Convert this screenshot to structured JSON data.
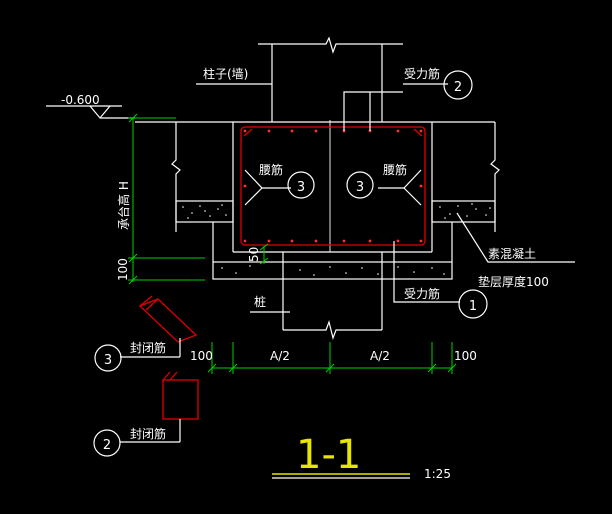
{
  "drawing": {
    "title": "1-1",
    "scale": "1:25",
    "elevation": "-0.600",
    "labels": {
      "column": "柱子(墙)",
      "main_rebar_top": "受力筋",
      "main_rebar_bottom": "受力筋",
      "waist_rebar_left": "腰筋",
      "waist_rebar_right": "腰筋",
      "plain_concrete": "素混凝土",
      "cushion_thickness": "垫层厚度100",
      "pile": "桩",
      "cap_height": "承台高 H",
      "closing_rebar_1": "封闭筋",
      "closing_rebar_2": "封闭筋"
    },
    "callouts": {
      "c2_top": "2",
      "c3_left": "3",
      "c3_right": "3",
      "c1_bottom": "1",
      "c3_legend": "3",
      "c2_legend": "2"
    },
    "dimensions": {
      "left_100": "100",
      "half_a_left": "A/2",
      "half_a_right": "A/2",
      "right_100": "100",
      "dim_50": "50",
      "dim_100_vert": "100"
    },
    "colors": {
      "background": "#000000",
      "lines": "#ffffff",
      "rebar": "#e00000",
      "dimension": "#00d000",
      "title": "#e6e600"
    }
  }
}
